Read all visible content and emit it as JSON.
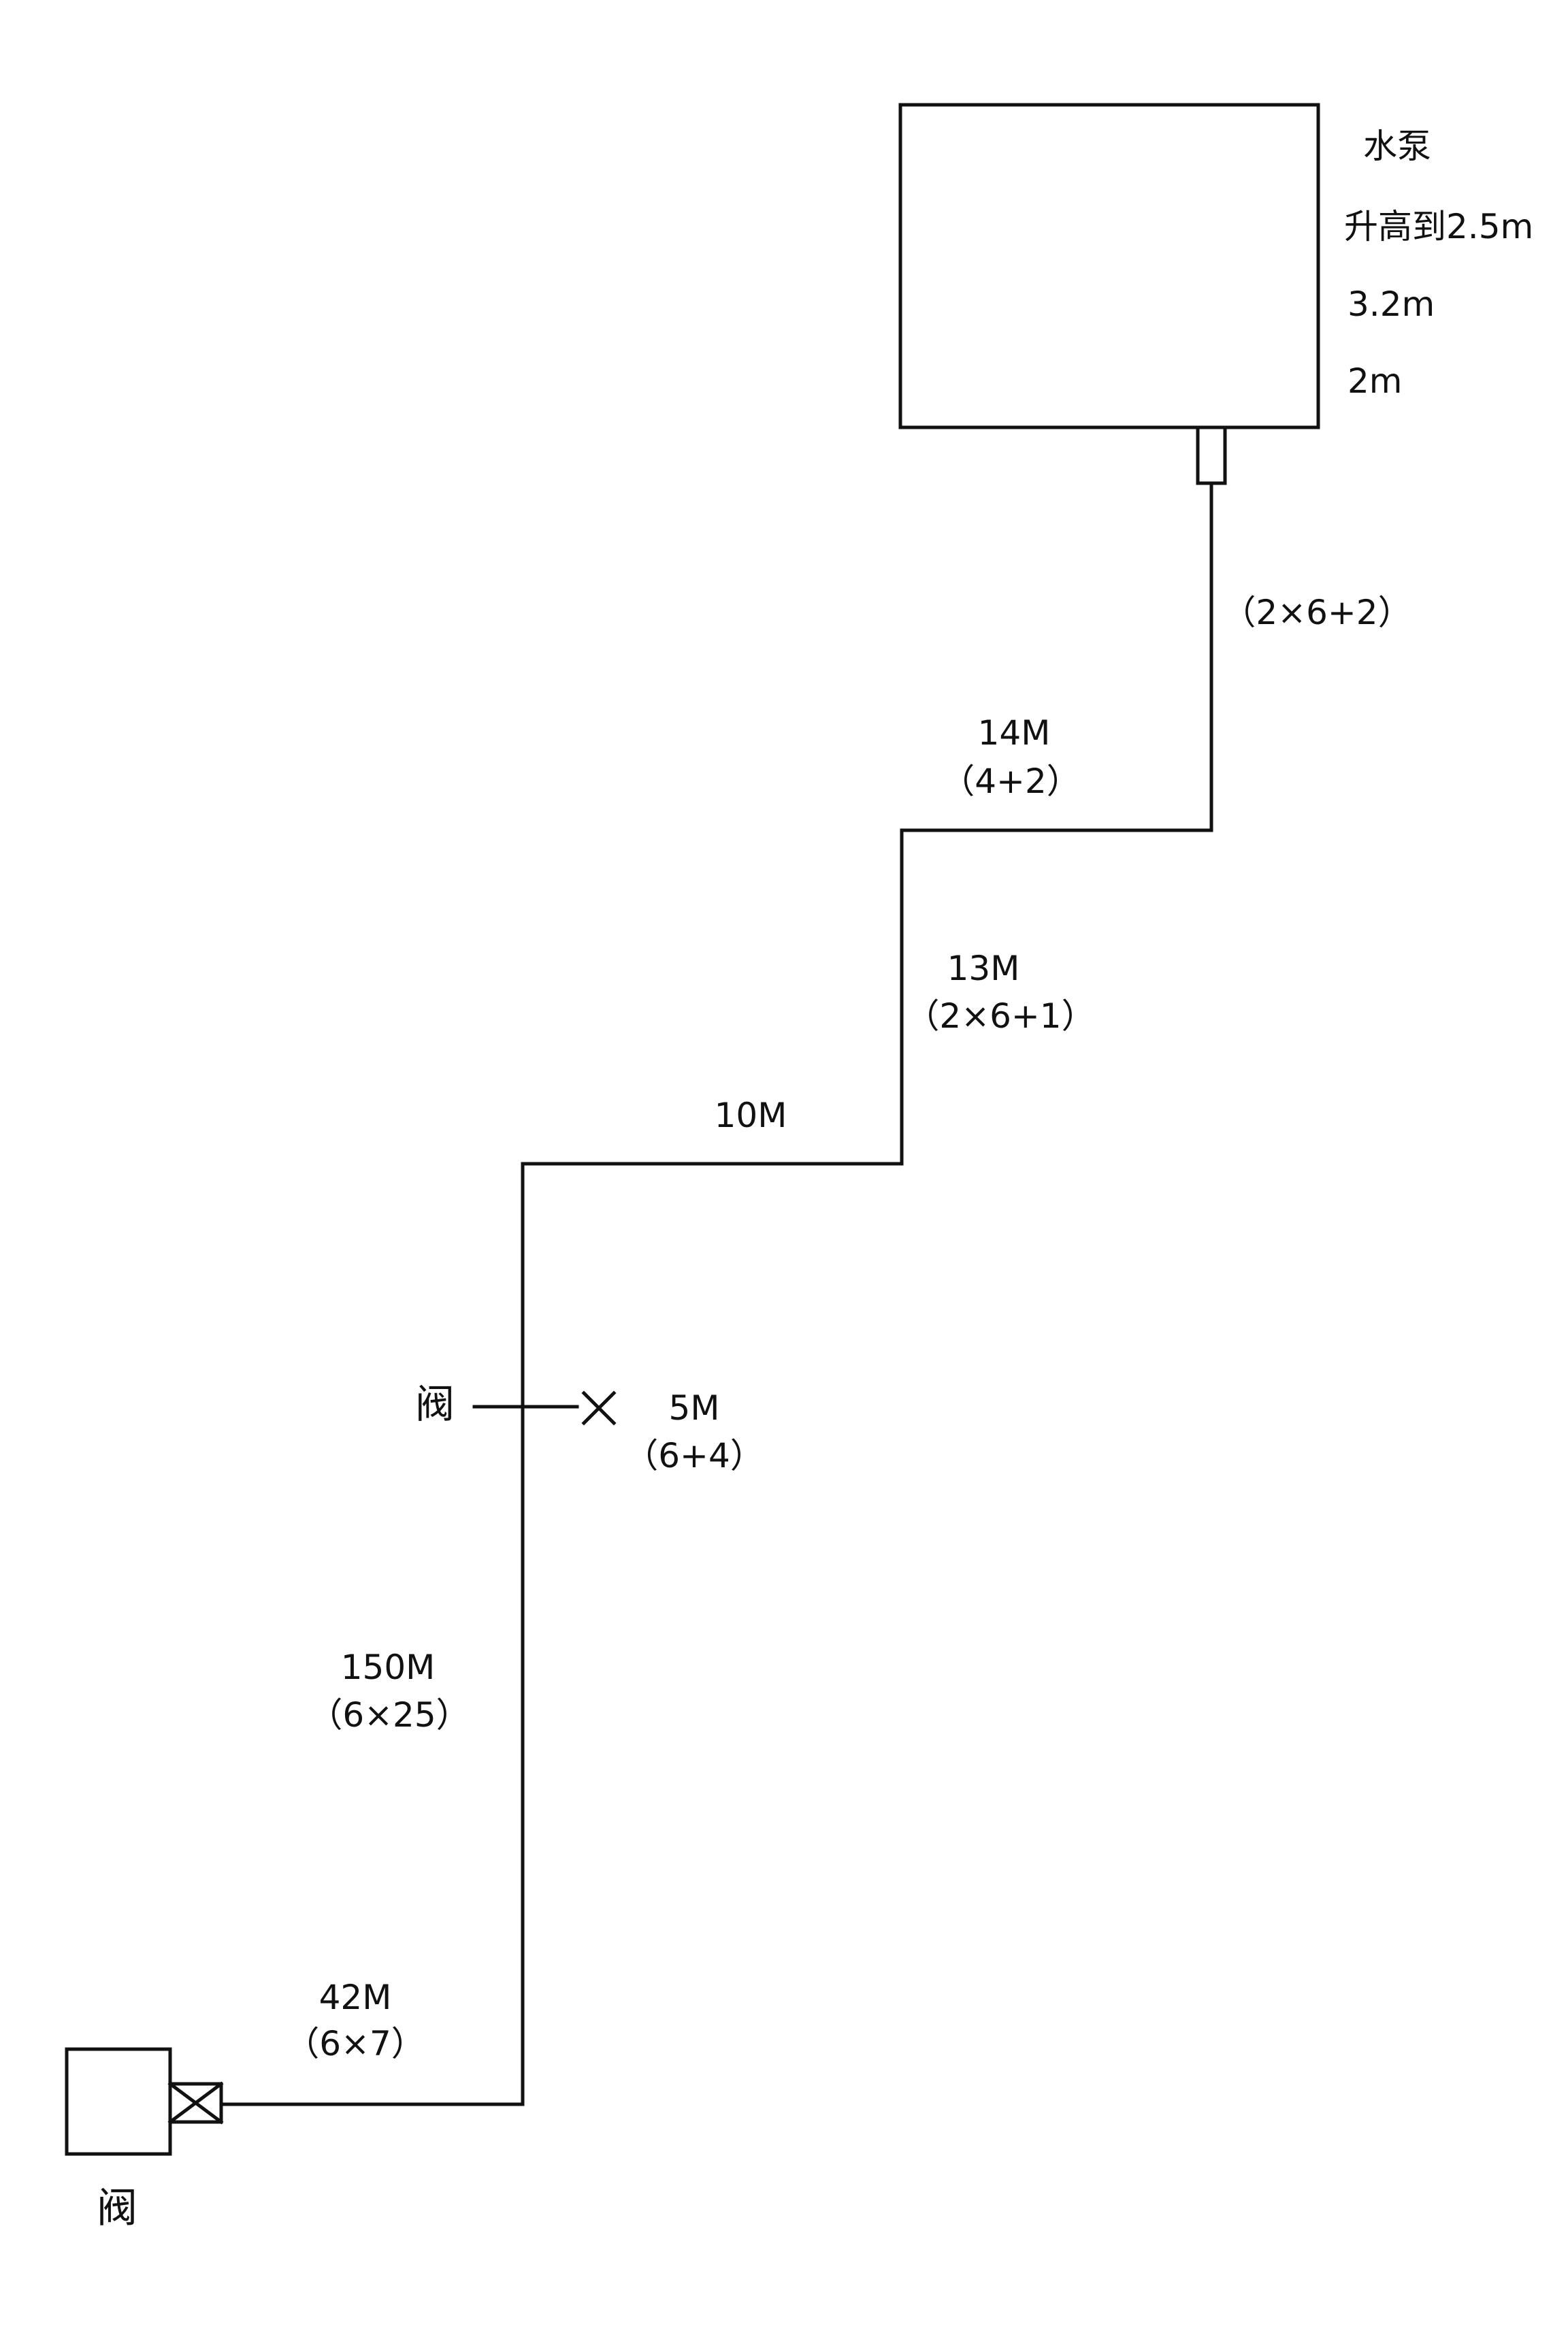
{
  "colors": {
    "stroke": "#111111",
    "background": "#ffffff",
    "text": "#111111"
  },
  "pump": {
    "name": "水泵",
    "note_lift": "升高到2.5m",
    "note_dim1": "3.2m",
    "note_dim2": "2m"
  },
  "segments": [
    {
      "length": "",
      "spec": "（2×6+2）"
    },
    {
      "length": "14M",
      "spec": "（4+2）"
    },
    {
      "length": "13M",
      "spec": "（2×6+1）"
    },
    {
      "length": "10M",
      "spec": ""
    },
    {
      "length": "5M",
      "spec": "（6+4）"
    },
    {
      "length": "150M",
      "spec": "（6×25）"
    },
    {
      "length": "42M",
      "spec": "（6×7）"
    }
  ],
  "valves": {
    "mid_label": "阀",
    "bottom_label": "阀"
  },
  "icons": {
    "valve_mid": "x-cross-valve-icon",
    "valve_bottom": "boxed-x-valve-icon"
  }
}
